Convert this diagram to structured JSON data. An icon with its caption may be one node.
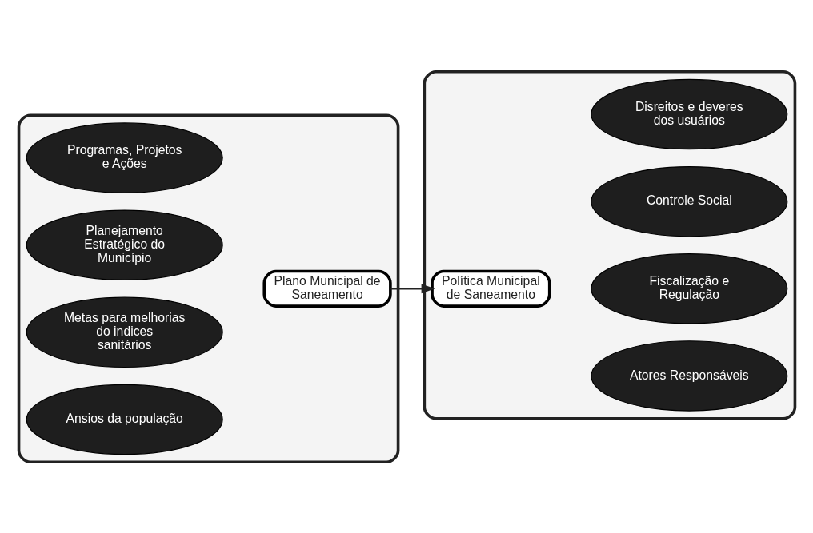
{
  "diagram": {
    "nodes": [
      {
        "text": [],
        "shape": "box"
      },
      {
        "text": [
          "Ansios da população"
        ],
        "in": 0
      },
      {
        "text": [
          "Metas para melhorias do indices sanitários"
        ],
        "in": 0
      },
      {
        "text": [
          "Planejamento Estratégico do Município"
        ],
        "in": 0
      },
      {
        "text": [
          "Programas, Projetos e Ações"
        ],
        "in": 0
      },
      {
        "text": [
          "Plano Municipal de Saneamento"
        ],
        "in": 0
      },
      {
        "text": [],
        "shape": "box"
      },
      {
        "text": [
          "Política Municipal de Saneamento"
        ],
        "in": 6
      },
      {
        "text": [
          "Atores Responsáveis"
        ],
        "in": 6
      },
      {
        "text": [
          "Fiscalização e Regulação"
        ],
        "in": 6
      },
      {
        "text": [
          "Controle Social"
        ],
        "in": 6
      },
      {
        "text": [
          "Disreitos e deveres dos usuários"
        ],
        "in": 6
      }
    ],
    "edges": [
      {
        "from": 5,
        "to": 7,
        "arrow": "to"
      }
    ]
  }
}
